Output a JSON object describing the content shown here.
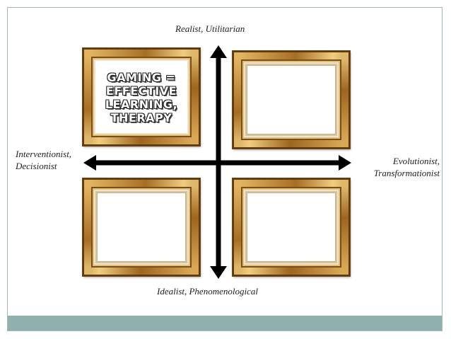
{
  "axes": {
    "top": "Realist, Utilitarian",
    "bottom": "Idealist, Phenomenological",
    "left_line1": "Interventionist,",
    "left_line2": "Decisionist",
    "right_line1": "Evolutionist,",
    "right_line2": "Transformationist"
  },
  "frames": {
    "top_left": {
      "line1": "GAMING =",
      "line2": "EFFECTIVE",
      "line3": "LEARNING,",
      "line4": "THERAPY"
    }
  },
  "colors": {
    "footer": "#8fb0ad",
    "frame_gold": "#b9853a",
    "arrow": "#000000"
  }
}
